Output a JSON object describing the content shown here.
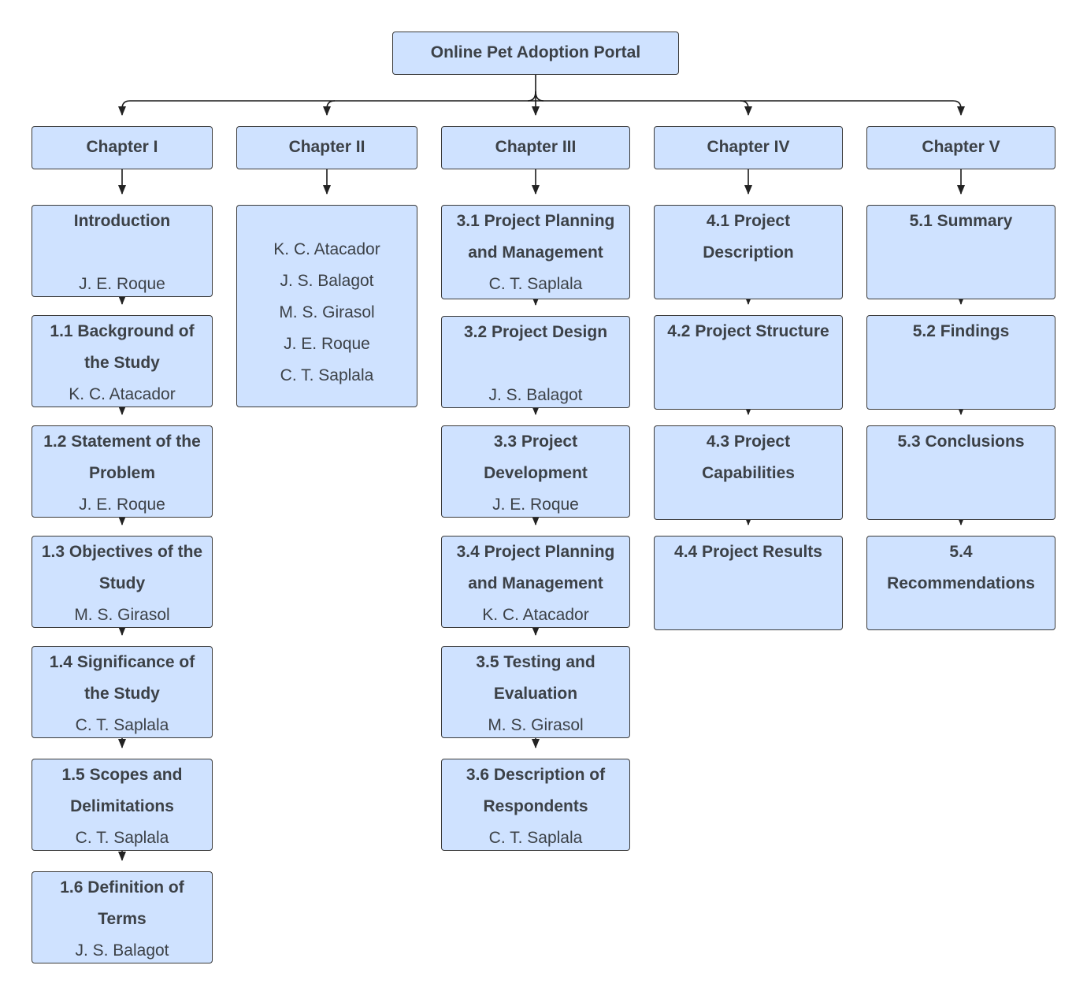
{
  "root": {
    "title": "Online Pet Adoption Portal"
  },
  "chapters": [
    {
      "title": "Chapter I",
      "sections": [
        {
          "title": [
            "Introduction",
            ""
          ],
          "author": "J. E. Roque"
        },
        {
          "title": [
            "1.1 Background of",
            "the Study"
          ],
          "author": "K. C. Atacador"
        },
        {
          "title": [
            "1.2 Statement of the",
            "Problem"
          ],
          "author": "J. E. Roque"
        },
        {
          "title": [
            "1.3 Objectives of the",
            "Study"
          ],
          "author": "M. S. Girasol"
        },
        {
          "title": [
            "1.4 Significance of",
            "the Study"
          ],
          "author": "C. T. Saplala"
        },
        {
          "title": [
            "1.5 Scopes and",
            "Delimitations"
          ],
          "author": "C. T. Saplala"
        },
        {
          "title": [
            "1.6 Definition of",
            "Terms"
          ],
          "author": "J. S. Balagot"
        }
      ]
    },
    {
      "title": "Chapter II",
      "authors": [
        "K. C. Atacador",
        "J. S. Balagot",
        "M. S. Girasol",
        "J. E. Roque",
        "C. T. Saplala"
      ]
    },
    {
      "title": "Chapter III",
      "sections": [
        {
          "title": [
            "3.1 Project Planning",
            "and Management"
          ],
          "author": "C. T. Saplala"
        },
        {
          "title": [
            "3.2 Project Design",
            ""
          ],
          "author": "J. S. Balagot"
        },
        {
          "title": [
            "3.3 Project",
            "Development"
          ],
          "author": "J. E. Roque"
        },
        {
          "title": [
            "3.4 Project Planning",
            "and Management"
          ],
          "author": "K. C. Atacador"
        },
        {
          "title": [
            "3.5 Testing and",
            "Evaluation"
          ],
          "author": "M. S. Girasol"
        },
        {
          "title": [
            "3.6 Description of",
            "Respondents"
          ],
          "author": "C. T. Saplala"
        }
      ]
    },
    {
      "title": "Chapter IV",
      "sections": [
        {
          "title": [
            "4.1 Project",
            "Description"
          ],
          "author": ""
        },
        {
          "title": [
            "4.2 Project Structure",
            ""
          ],
          "author": ""
        },
        {
          "title": [
            "4.3 Project",
            "Capabilities"
          ],
          "author": ""
        },
        {
          "title": [
            "4.4 Project Results",
            ""
          ],
          "author": ""
        }
      ]
    },
    {
      "title": "Chapter V",
      "sections": [
        {
          "title": [
            "5.1 Summary",
            ""
          ],
          "author": ""
        },
        {
          "title": [
            "5.2 Findings",
            ""
          ],
          "author": ""
        },
        {
          "title": [
            "5.3 Conclusions",
            ""
          ],
          "author": ""
        },
        {
          "title": [
            "5.4",
            "Recommendations"
          ],
          "author": ""
        }
      ]
    }
  ],
  "colors": {
    "box_fill": "#cfe2ff",
    "border": "#3a3a3a",
    "text": "#3c4147"
  }
}
